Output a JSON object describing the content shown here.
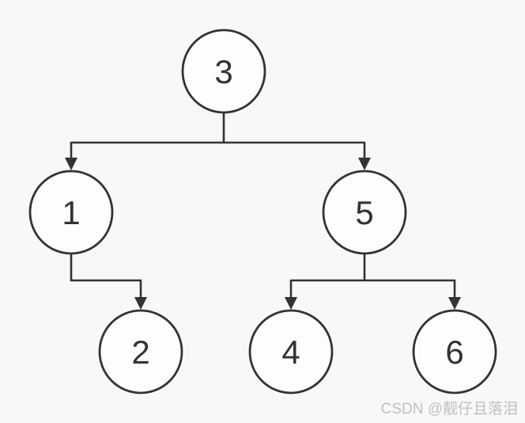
{
  "diagram": {
    "type": "binary-tree",
    "nodes": [
      {
        "position": "root",
        "label": "3"
      },
      {
        "position": "root.left",
        "label": "1"
      },
      {
        "position": "root.right",
        "label": "5"
      },
      {
        "position": "root.left.right",
        "label": "2"
      },
      {
        "position": "root.right.left",
        "label": "4"
      },
      {
        "position": "root.right.right",
        "label": "6"
      }
    ],
    "edges": [
      {
        "from": "3",
        "to": "1"
      },
      {
        "from": "3",
        "to": "5"
      },
      {
        "from": "1",
        "to": "2"
      },
      {
        "from": "5",
        "to": "4"
      },
      {
        "from": "5",
        "to": "6"
      }
    ],
    "colors": {
      "background": "#f8f8f8",
      "node_fill": "#fdfdfd",
      "line": "#333333",
      "label_text": "#333333",
      "watermark_text": "#c0c0c0"
    }
  },
  "watermark": {
    "text": "CSDN @靓仔且落泪"
  }
}
